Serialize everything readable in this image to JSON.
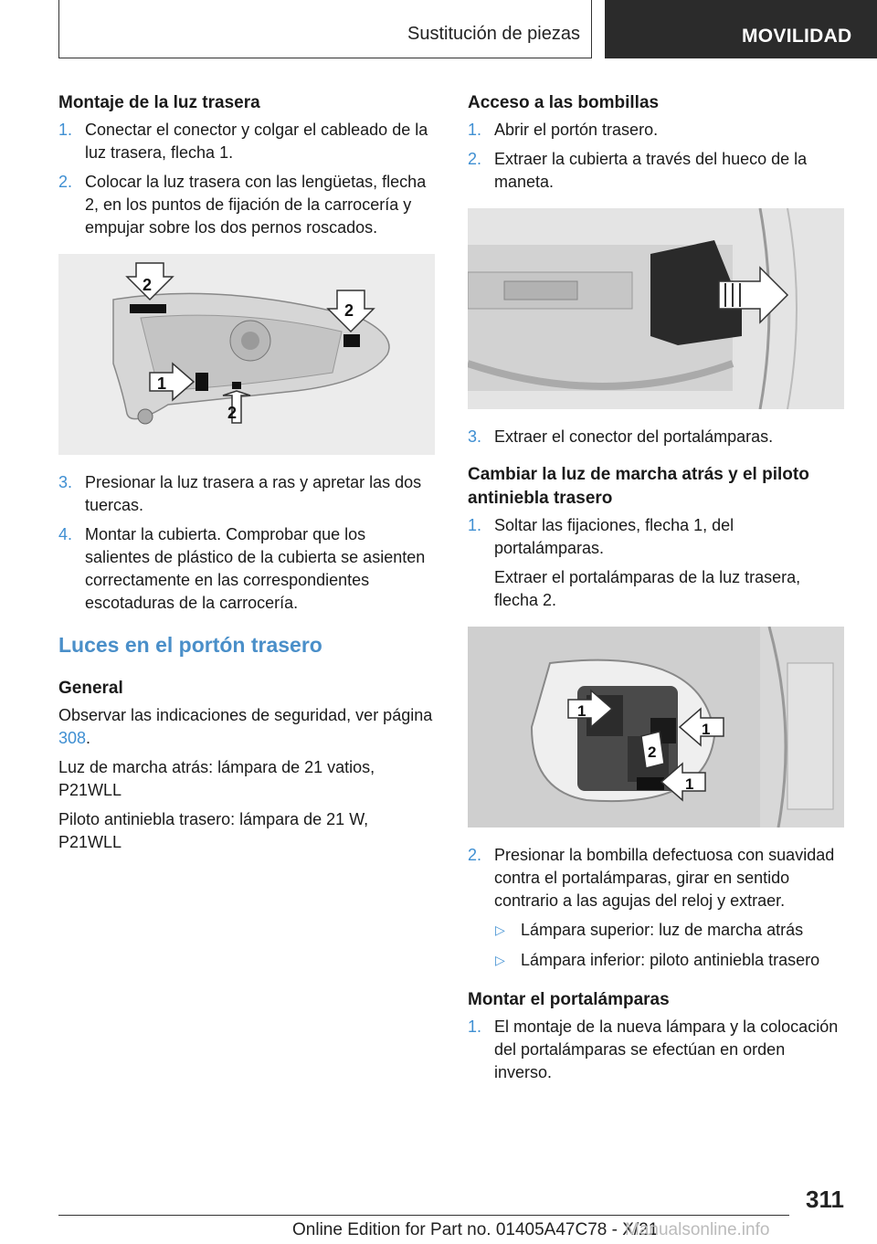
{
  "header": {
    "section_title": "Sustitución de piezas",
    "chapter_tab": "MOVILIDAD"
  },
  "left": {
    "mount_heading": "Montaje de la luz trasera",
    "mount_steps": [
      {
        "num": "1.",
        "text": "Conectar el conector y colgar el cableado de la luz trasera, flecha 1."
      },
      {
        "num": "2.",
        "text": "Colocar la luz trasera con las lengüetas, flecha 2, en los puntos de fijación de la carrocería y empujar sobre los dos pernos roscados."
      }
    ],
    "figure1_labels": [
      "2",
      "2",
      "1",
      "2"
    ],
    "mount_steps_after": [
      {
        "num": "3.",
        "text": "Presionar la luz trasera a ras y apretar las dos tuercas."
      },
      {
        "num": "4.",
        "text": "Montar la cubierta. Comprobar que los salientes de plástico de la cubierta se asienten correctamente en las correspondientes escotaduras de la carrocería."
      }
    ],
    "section_heading": "Luces en el portón trasero",
    "general_heading": "General",
    "general_text_before": "Observar las indicaciones de seguridad, ver página ",
    "general_link": "308",
    "general_text_after": ".",
    "reverse_lamp": "Luz de marcha atrás: lámpara de 21 vatios, P21WLL",
    "fog_lamp": "Piloto antiniebla trasero: lámpara de 21 W, P21WLL"
  },
  "right": {
    "access_heading": "Acceso a las bombillas",
    "access_steps": [
      {
        "num": "1.",
        "text": "Abrir el portón trasero."
      },
      {
        "num": "2.",
        "text": "Extraer la cubierta a través del hueco de la maneta."
      }
    ],
    "access_step3": {
      "num": "3.",
      "text": "Extraer el conector del portalámparas."
    },
    "change_heading": "Cambiar la luz de marcha atrás y el piloto antiniebla trasero",
    "change_step1": {
      "num": "1.",
      "text": "Soltar las fijaciones, flecha 1, del portalámparas."
    },
    "change_step1_extra": "Extraer el portalámparas de la luz trasera, flecha 2.",
    "figure3_labels": [
      "1",
      "1",
      "2",
      "1"
    ],
    "change_step2": {
      "num": "2.",
      "text": "Presionar la bombilla defectuosa con suavidad contra el portalámparas, girar en sentido contrario a las agujas del reloj y extraer."
    },
    "bullets": [
      "Lámpara superior: luz de marcha atrás",
      "Lámpara inferior: piloto antiniebla trasero"
    ],
    "install_heading": "Montar el portalámparas",
    "install_step1": {
      "num": "1.",
      "text": "El montaje de la nueva lámpara y la colocación del portalámparas se efectúan en orden inverso."
    }
  },
  "footer": {
    "page_number": "311",
    "edition": "Online Edition for Part no. 01405A47C78 - X/21",
    "watermark": "Manualsonline.info"
  }
}
